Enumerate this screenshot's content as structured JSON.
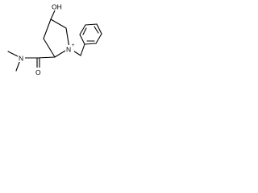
{
  "molecule": {
    "atoms": {
      "hydroxyl": "OH",
      "ring_nitrogen": "N",
      "carbonyl_oxygen": "O",
      "amide_nitrogen": "N"
    },
    "stereo": {
      "ring_nitrogen_marker": "+"
    }
  }
}
